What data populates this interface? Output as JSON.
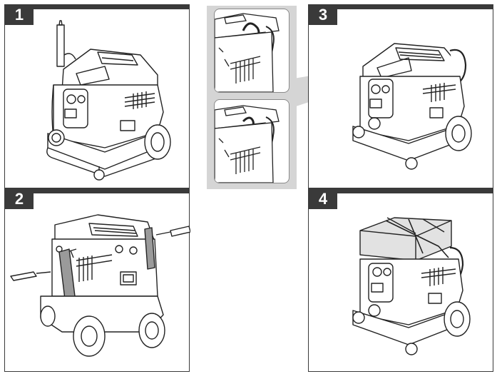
{
  "steps": [
    {
      "number": "1"
    },
    {
      "number": "2"
    },
    {
      "number": "3"
    },
    {
      "number": "4"
    }
  ],
  "colors": {
    "frame": "#3a3a3a",
    "detail_bg": "#d5d5d5",
    "line": "#222222"
  }
}
